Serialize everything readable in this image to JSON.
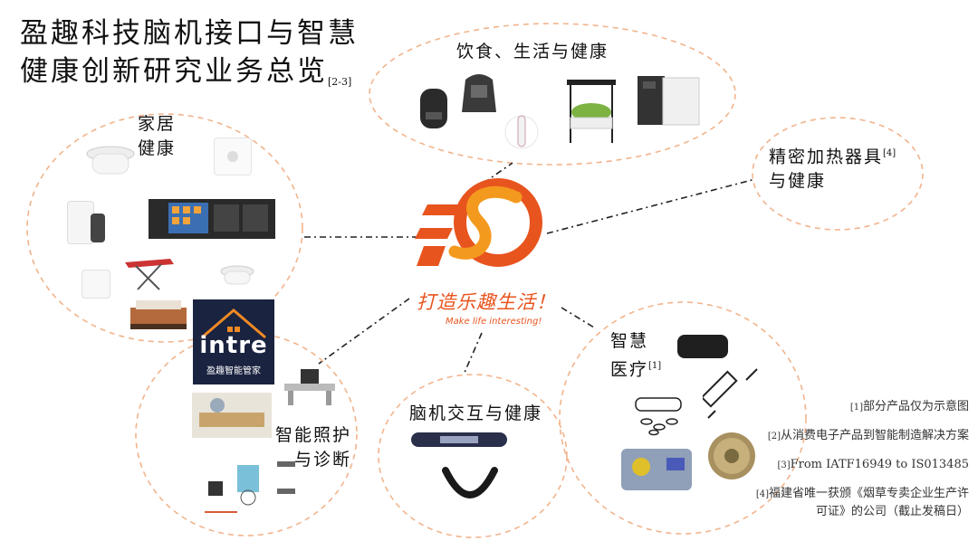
{
  "title": {
    "line1": "盈趣科技脑机接口与智慧",
    "line2": "健康创新研究业务总览",
    "ref": "[2-3]"
  },
  "center": {
    "slogan_cn": "打造乐趣生活！",
    "slogan_en": "Make life interesting!",
    "logo_colors": {
      "primary": "#e8541e",
      "secondary": "#f39a1e"
    }
  },
  "sections": {
    "home": {
      "line1": "家居",
      "line2": "健康"
    },
    "food": {
      "label": "饮食、生活与健康"
    },
    "heating": {
      "line1": "精密加热器具",
      "ref": "[4]",
      "line2": "与健康"
    },
    "medical": {
      "line1": "智慧",
      "line2": "医疗",
      "ref": "[1]"
    },
    "bci": {
      "label": "脑机交互与健康"
    },
    "care": {
      "line1": "智能照护",
      "line2": "与诊断"
    }
  },
  "brand": {
    "name": "intre",
    "tagline": "盈趣智能管家",
    "bg": "#1a2340",
    "accent": "#f08a24"
  },
  "notes": [
    {
      "ref": "[1]",
      "text": "部分产品仅为示意图"
    },
    {
      "ref": "[2]",
      "text": "从消费电子产品到智能制造解决方案"
    },
    {
      "ref": "[3]",
      "text": "From IATF16949 to IS013485"
    },
    {
      "ref": "[4]",
      "text": "福建省唯一获颁《烟草专卖企业生产许可证》的公司（截止发稿日）"
    }
  ],
  "colors": {
    "circle_stroke": "#f2b48c",
    "connector": "#222222"
  }
}
